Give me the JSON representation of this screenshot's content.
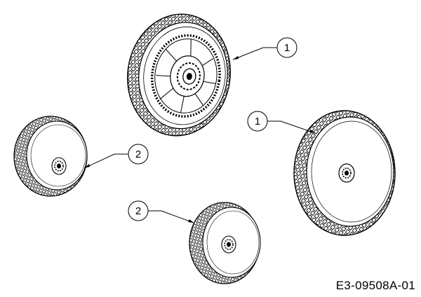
{
  "diagram": {
    "drawing_id": "E3-09508A-01",
    "callouts": [
      {
        "label": "1",
        "part": "rear-wheel-drive"
      },
      {
        "label": "1",
        "part": "rear-wheel"
      },
      {
        "label": "2",
        "part": "front-wheel-left"
      },
      {
        "label": "2",
        "part": "front-wheel-bottom"
      }
    ]
  }
}
